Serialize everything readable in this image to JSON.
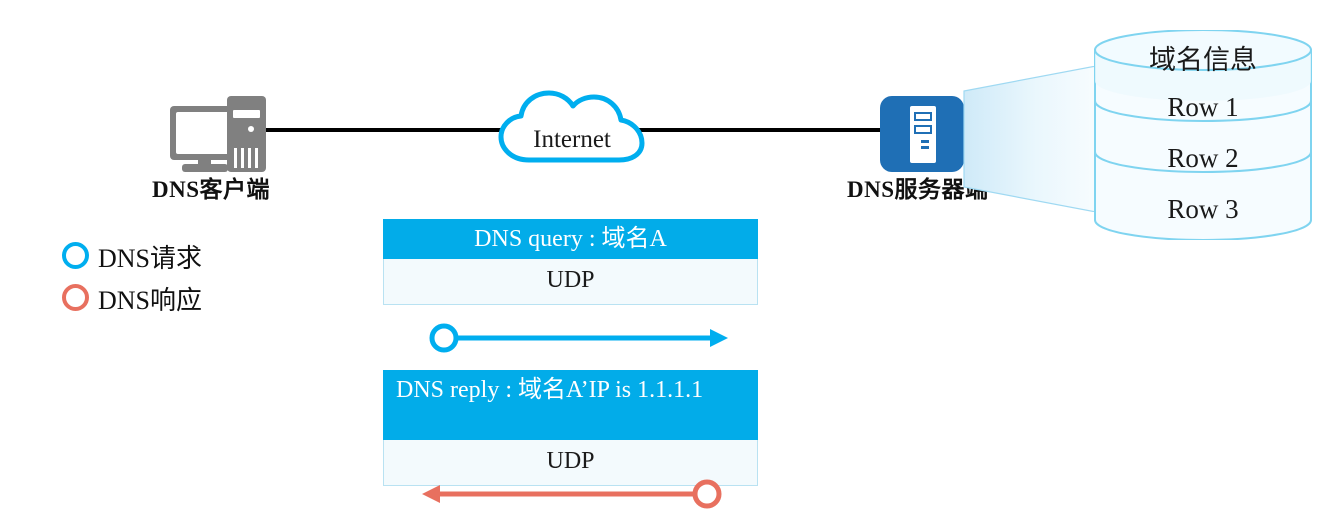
{
  "diagram": {
    "title_alt": "DNS query and reply over UDP",
    "colors": {
      "request": "#00aeef",
      "response": "#e8705f",
      "server": "#1f6fb5",
      "client": "#808080",
      "packet_header": "#02ace9",
      "packet_body": "#f3fafd",
      "db_outline": "#7fd4f0",
      "wire": "#000000"
    },
    "nodes": {
      "client_label": "DNS客户端",
      "client_icon": "desktop-computer-icon",
      "internet_label": "Internet",
      "internet_icon": "cloud-icon",
      "server_label": "DNS服务器端",
      "server_icon": "server-tower-icon"
    },
    "database": {
      "title": "域名信息",
      "rows": [
        "Row 1",
        "Row 2",
        "Row 3"
      ]
    },
    "legend": [
      {
        "label": "DNS请求",
        "marker": "circle-outline-icon",
        "color": "#00aeef"
      },
      {
        "label": "DNS响应",
        "marker": "circle-outline-icon",
        "color": "#e8705f"
      }
    ],
    "packets": [
      {
        "id": "query",
        "header": "DNS query : 域名A",
        "body": "UDP",
        "arrow_direction": "right",
        "arrow_color": "#00aeef"
      },
      {
        "id": "reply",
        "header": "DNS reply : 域名A’IP is 1.1.1.1",
        "body": "UDP",
        "arrow_direction": "left",
        "arrow_color": "#e8705f"
      }
    ]
  }
}
